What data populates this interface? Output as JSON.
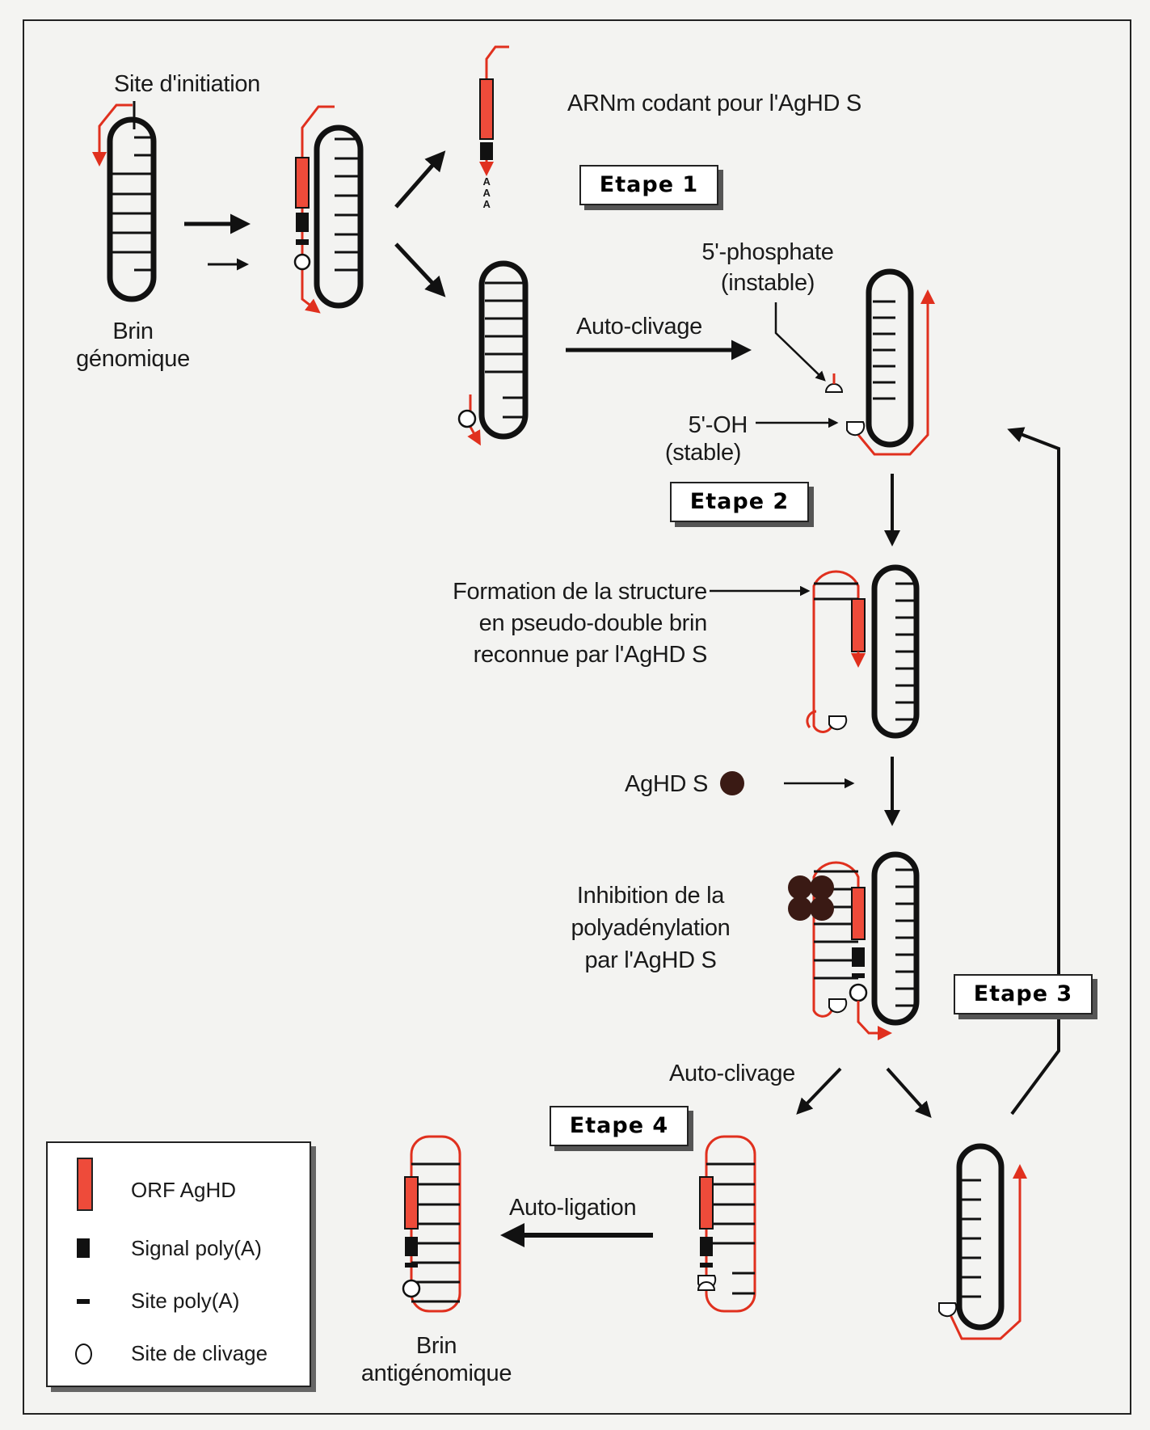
{
  "colors": {
    "red": "#e0301e",
    "orf_fill": "#ee4b3a",
    "ink": "#111111",
    "protein": "#3a1a14",
    "background": "#f3f3f1"
  },
  "labels": {
    "site_initiation": "Site d'initiation",
    "brin_genomique_1": "Brin",
    "brin_genomique_2": "génomique",
    "arnm": "ARNm codant pour l'AgHD S",
    "poly_a": [
      "A",
      "A",
      "A"
    ],
    "auto_clivage_1": "Auto-clivage",
    "phosphate_1": "5'-phosphate",
    "phosphate_2": "(instable)",
    "oh_1": "5'-OH",
    "oh_2": "(stable)",
    "formation_1": "Formation de la structure",
    "formation_2": "en pseudo-double brin",
    "formation_3": "reconnue par l'AgHD S",
    "aghd_s": "AgHD S",
    "inhibition_1": "Inhibition de la",
    "inhibition_2": "polyadénylation",
    "inhibition_3": "par l'AgHD S",
    "auto_clivage_2": "Auto-clivage",
    "auto_ligation": "Auto-ligation",
    "brin_antigenomique_1": "Brin",
    "brin_antigenomique_2": "antigénomique"
  },
  "steps": [
    {
      "label": "Etape 1"
    },
    {
      "label": "Etape 2"
    },
    {
      "label": "Etape 3"
    },
    {
      "label": "Etape 4"
    }
  ],
  "legend": {
    "items": [
      {
        "icon": "orf-box-icon",
        "label": "ORF AgHD"
      },
      {
        "icon": "signal-box-icon",
        "label": "Signal poly(A)"
      },
      {
        "icon": "dash-icon",
        "label": "Site poly(A)"
      },
      {
        "icon": "circle-icon",
        "label": "Site de clivage"
      }
    ]
  }
}
